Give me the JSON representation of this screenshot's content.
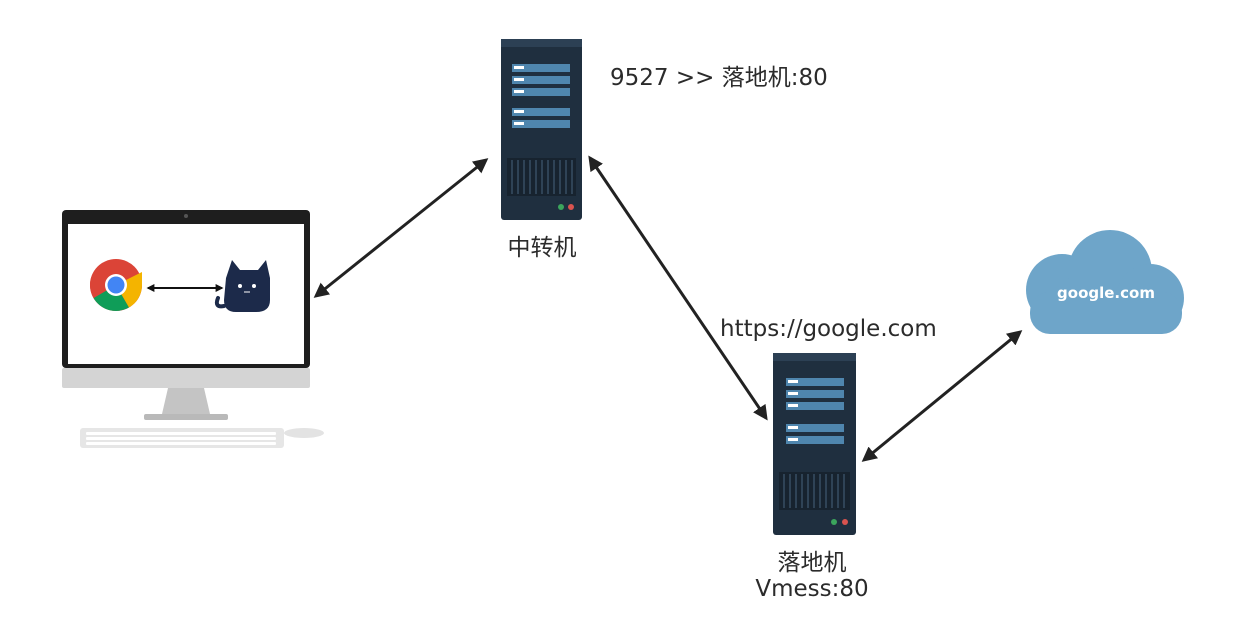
{
  "relay_server": {
    "name": "中转机",
    "caption": "9527 >> 落地机:80"
  },
  "landing_server": {
    "name": "落地机",
    "port_label": "Vmess:80"
  },
  "route_caption": "https://google.com",
  "destination": {
    "label": "google.com"
  },
  "colors": {
    "server_body": "#1f2f3f",
    "server_slot": "#4f86ae",
    "cloud": "#6ea5c9",
    "arrow": "#222222",
    "monitor_frame": "#1e1e1e",
    "monitor_stand": "#c9c9c9"
  },
  "icons": [
    "desktop-computer-icon",
    "chrome-browser-icon",
    "clash-cat-icon",
    "server-icon",
    "cloud-icon"
  ]
}
